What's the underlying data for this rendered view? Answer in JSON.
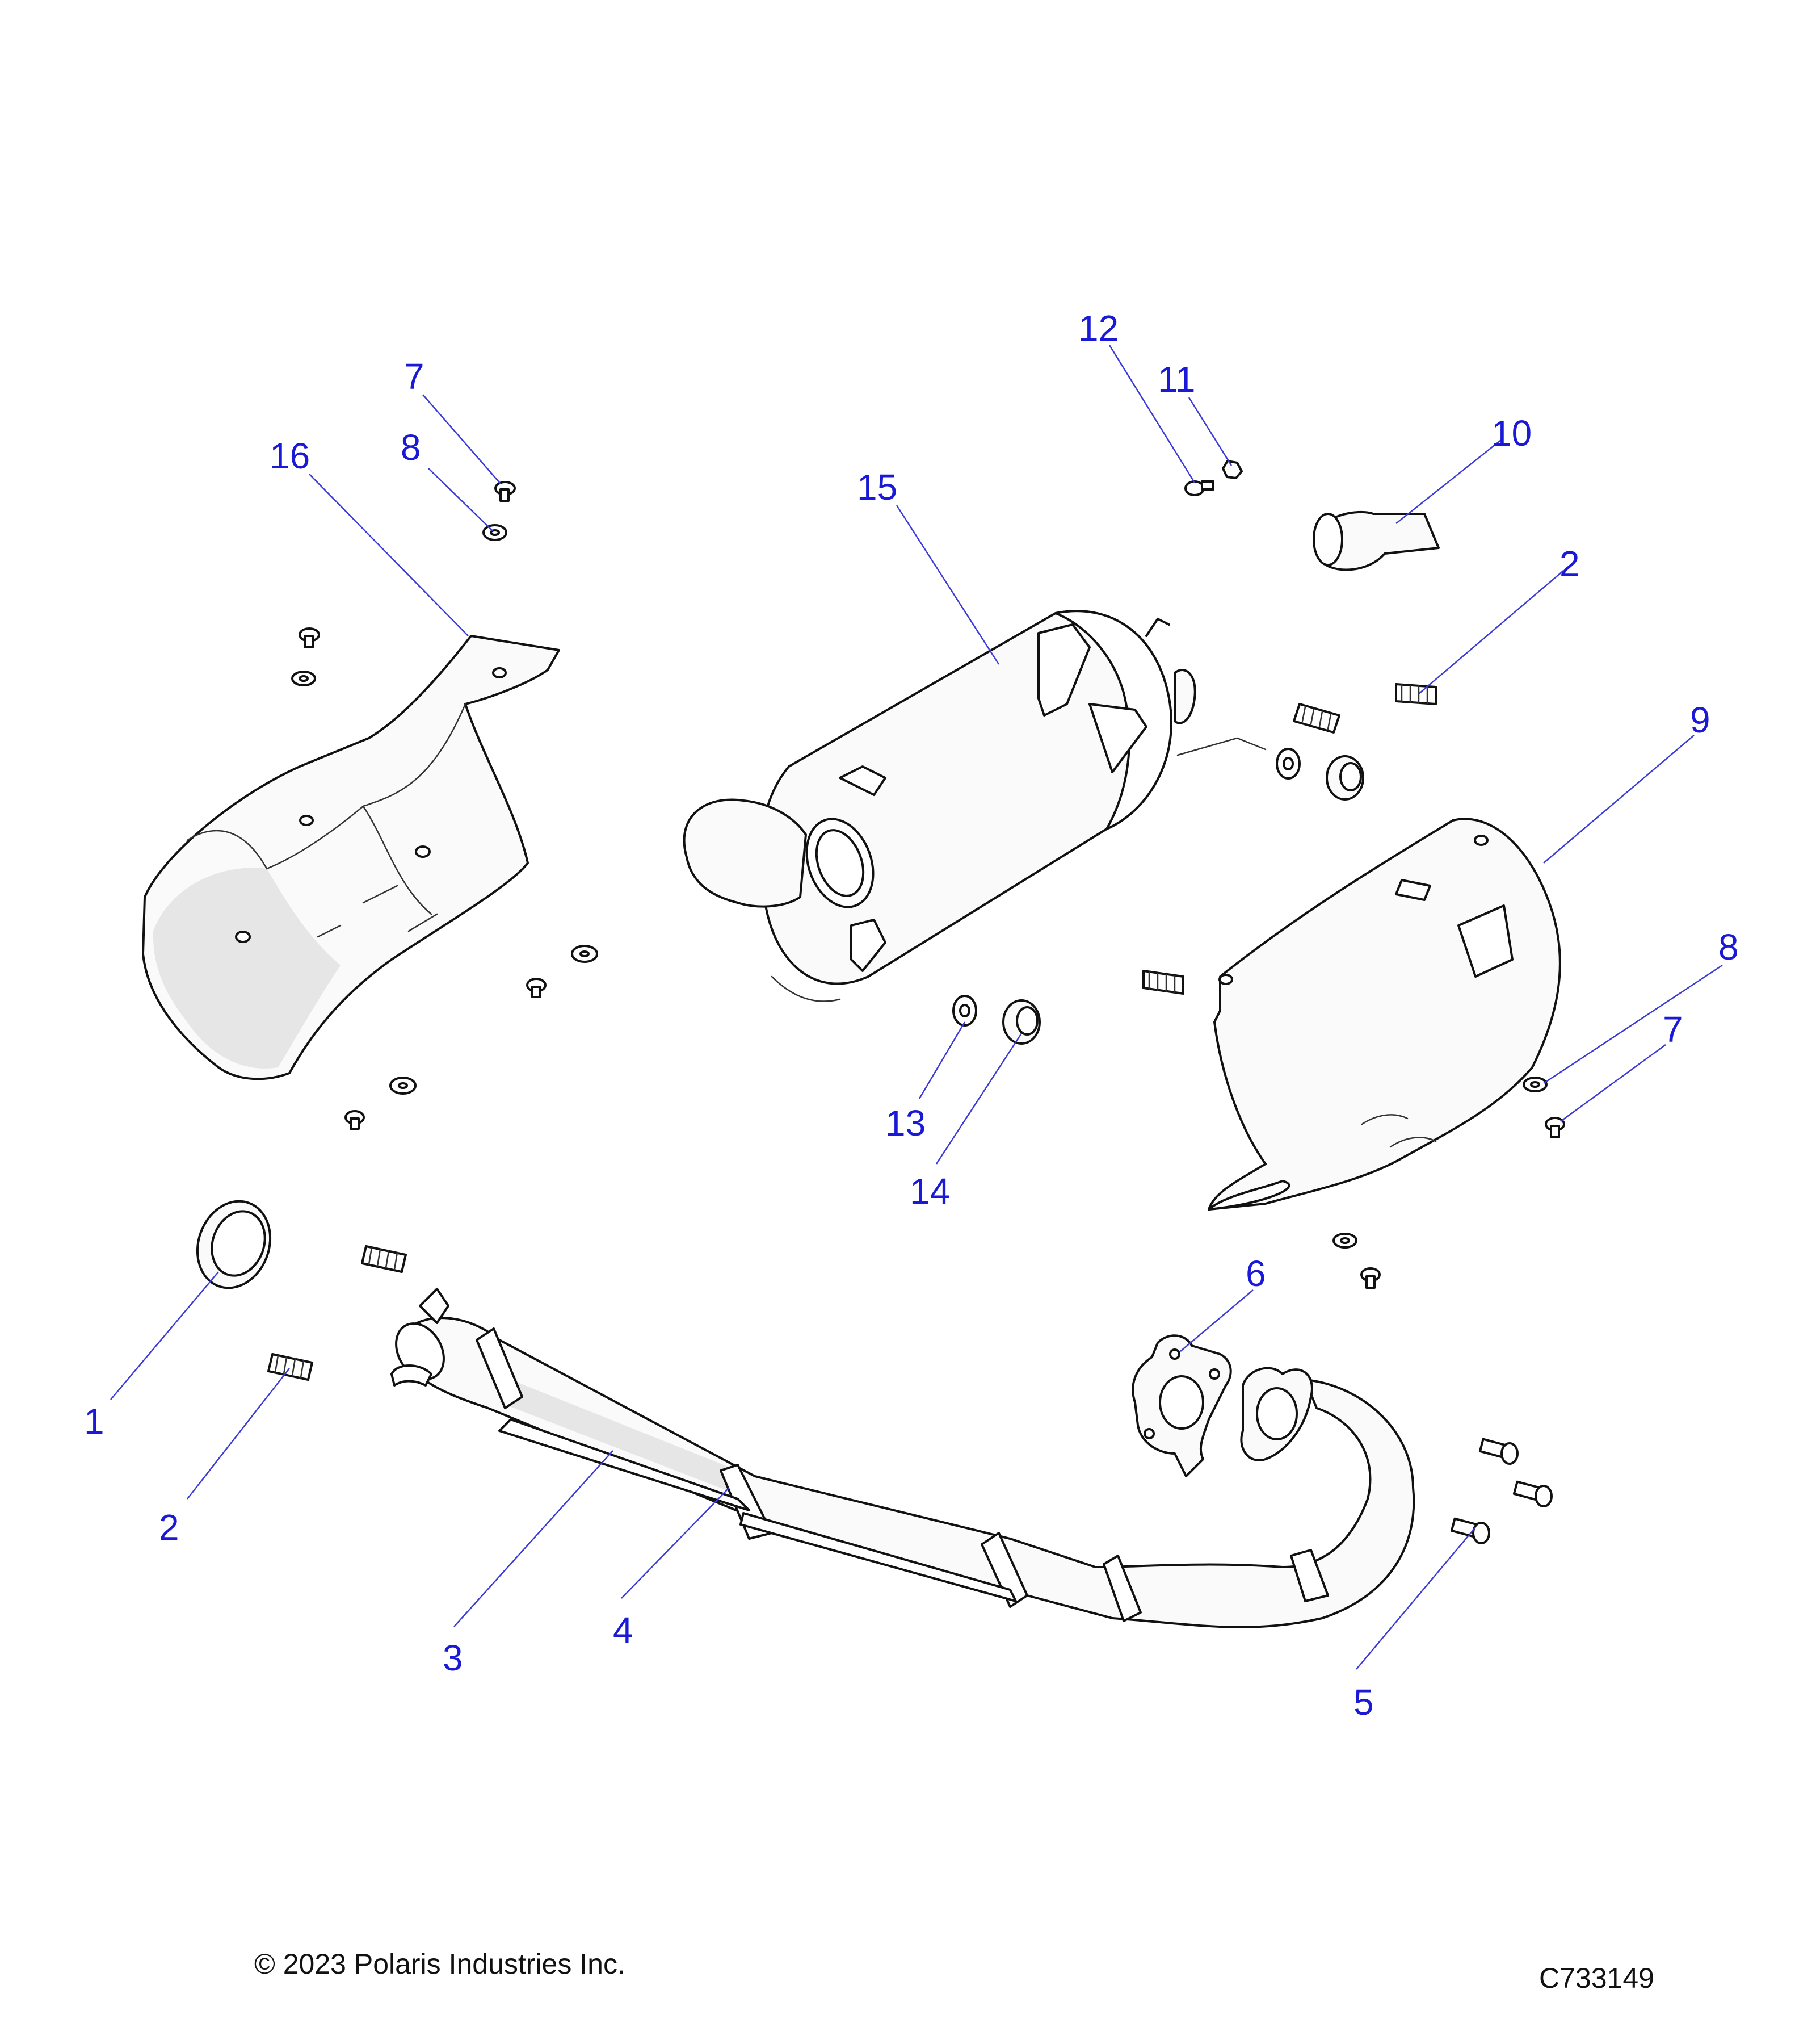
{
  "callouts": [
    "1",
    "2",
    "2",
    "3",
    "4",
    "5",
    "6",
    "7",
    "7",
    "8",
    "8",
    "9",
    "10",
    "11",
    "12",
    "13",
    "14",
    "15",
    "16"
  ],
  "footer": {
    "copyright": "© 2023 Polaris Industries Inc.",
    "drawing_number": "C733149"
  }
}
